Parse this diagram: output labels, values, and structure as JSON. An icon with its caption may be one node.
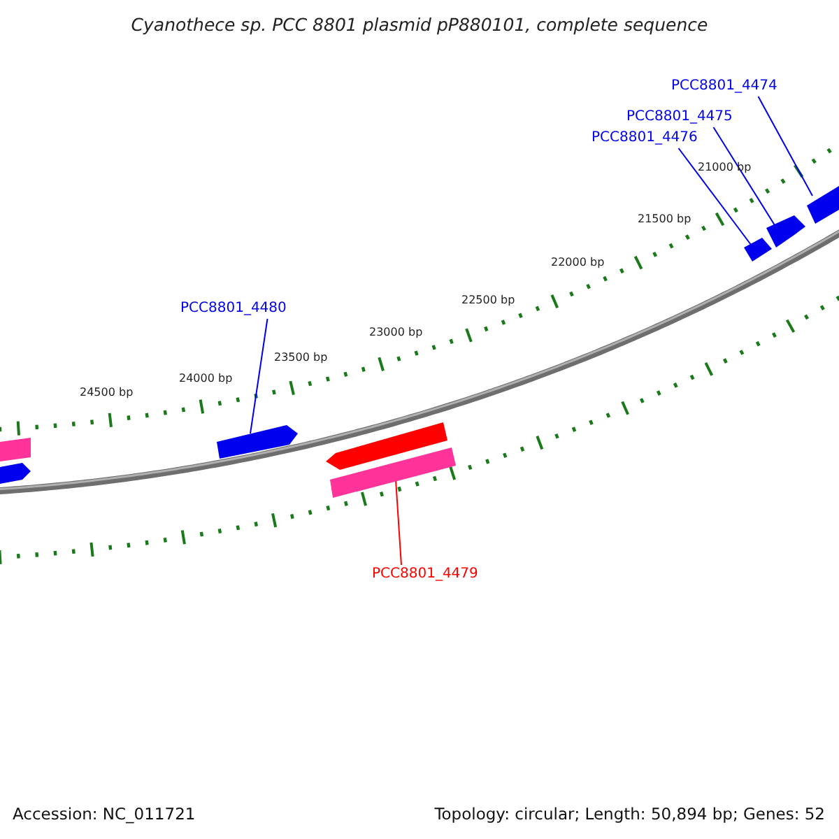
{
  "diagram": {
    "title": "Cyanothece sp. PCC 8801 plasmid pP880101, complete sequence",
    "nodes": [
      {
        "text": [
          "PCC8801_4474"
        ]
      },
      {
        "text": [
          "PCC8801_4475"
        ]
      },
      {
        "text": [
          "PCC8801_4476"
        ]
      },
      {
        "text": [],
        "shape": "arrow"
      },
      {
        "text": [],
        "shape": "arrow"
      },
      {
        "text": [],
        "shape": "arrow"
      },
      {
        "text": [
          "PCC8801_4480"
        ]
      },
      {
        "text": [],
        "shape": "bar"
      },
      {
        "text": [],
        "shape": "arrow"
      },
      {
        "text": [],
        "shape": "arrow"
      },
      {
        "text": [],
        "shape": "arrow"
      },
      {
        "text": [],
        "shape": "bar"
      },
      {
        "text": [
          "PCC8801_4479"
        ]
      }
    ],
    "edges": [
      {
        "from": 0,
        "to": 3,
        "arrow": "none"
      },
      {
        "from": 1,
        "to": 4,
        "arrow": "none"
      },
      {
        "from": 2,
        "to": 5,
        "arrow": "none"
      },
      {
        "from": 6,
        "to": 9,
        "arrow": "none"
      },
      {
        "from": 12,
        "to": 11,
        "arrow": "none",
        "color": "#ff0000"
      }
    ],
    "labels": [
      "21000 bp",
      "21500 bp",
      "22000 bp",
      "22500 bp",
      "23000 bp",
      "23500 bp",
      "24000 bp",
      "24500 bp",
      "Accession: NC_011721",
      "Topology: circular; Length: 50,894 bp; Genes: 52"
    ]
  }
}
